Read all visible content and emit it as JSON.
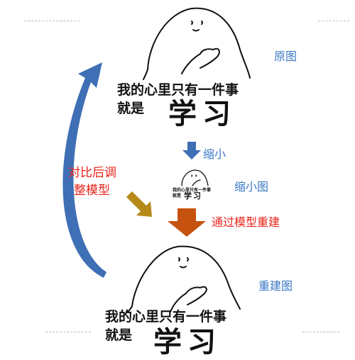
{
  "labels": {
    "original": "原图",
    "shrink": "缩小",
    "thumbnail": "缩小图",
    "rebuild": "通过模型重建",
    "rebuilt": "重建图",
    "compare_line1": "对比后调",
    "compare_line2": "整模型"
  },
  "meme_top": {
    "line1": "我的心里只有一件事",
    "line2_prefix": "就是",
    "line2_big": "学习"
  },
  "meme_small": {
    "line1": "我的心里只有一件事",
    "line2_prefix": "就是",
    "line2_big": "学习"
  },
  "meme_bottom": {
    "line1": "我的心里只有一件事",
    "line2_prefix": "就是",
    "line2_big": "学习"
  },
  "colors": {
    "blue_text": "#3b78c4",
    "red_text": "#e8231a",
    "arrow_blue": "#3f6fb5",
    "arrow_orange": "#c6520f",
    "arrow_olive": "#b58a1a"
  }
}
